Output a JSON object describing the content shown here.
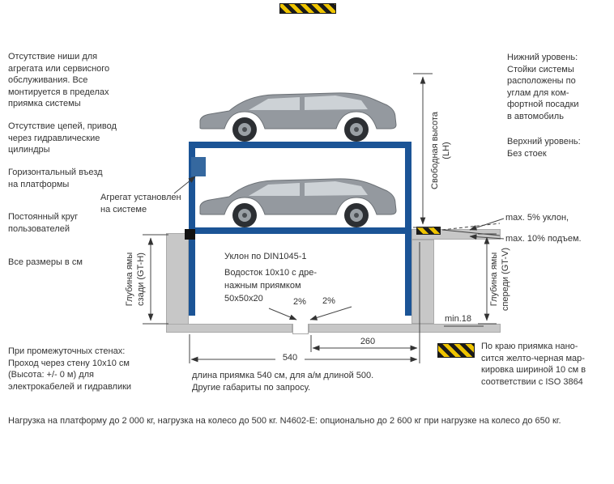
{
  "colors": {
    "structure_blue": "#1b5496",
    "concrete_gray": "#c7c7c7",
    "hazard_yellow": "#eec400"
  },
  "notes_left": {
    "no_niche": "Отсутствие ниши для\nагрегата или сервисного\nобслуживания. Все\nмонтируется в пределах\nприямка системы",
    "no_chains": "Отсутствие цепей, привод\nчерез гидравлические\nцилиндры",
    "horizontal_entry": "Горизонтальный въезд\nна платформы",
    "constant_users": "Постоянный круг\nпользователей",
    "dimensions_cm": "Все размеры в см",
    "intermediate_walls": "При промежуточных стенах:\nПроход через стену 10x10 см\n(Высота: +/- 0 м) для\nэлектрокабелей и гидравлики"
  },
  "notes_right": {
    "lower_level": "Нижний уровень:\nСтойки системы\nрасположены по\nуглам для ком-\nфортной посадки\nв автомобиль",
    "upper_level": "Верхний уровень:\nБез стоек",
    "max_slope_down": "max. 5% уклон,",
    "max_slope_up": "max. 10% подъем.",
    "iso_marking": "По краю приямка нано-\nсится желто-черная мар-\nкировка шириной 10 см в\nсоответствии с ISO 3864"
  },
  "diagram": {
    "unit_label": "Агрегат установлен\nна системе",
    "din_slope": "Уклон по DIN1045-1",
    "drain_label": "Водосток 10x10 с дре-\nнажным приямком\n50x50x20",
    "slope_left": "2%",
    "slope_right": "2%",
    "dim_540": "540",
    "dim_260": "260",
    "min_18": "min.18",
    "free_height": "Свободная высота\n(LH)",
    "pit_depth_rear": "Глубина ямы\nсзади (GT-H)",
    "pit_depth_front": "Глубина ямы\nспереди (GT-V)",
    "pit_caption": "длина приямка 540 см, для а/м длиной 500.\nДругие габариты по запросу."
  },
  "footer": {
    "load_note": "Нагрузка на платформу до 2 000 кг, нагрузка на колесо до 500 кг. N4602-E: опционально до 2 600 кг при нагрузке на колесо до 650 кг."
  }
}
